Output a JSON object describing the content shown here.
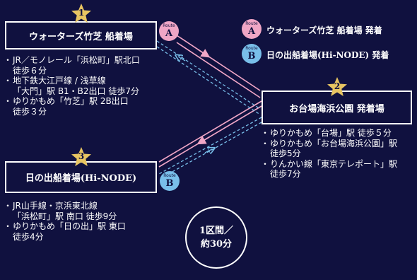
{
  "colors": {
    "background": "#10113f",
    "route_a": "#f0a6c6",
    "route_b": "#79bfea",
    "star": "#e8c562",
    "text": "#ffffff"
  },
  "stations": {
    "s1": {
      "num": "1",
      "name": "ウォーターズ竹芝 船着場"
    },
    "s2": {
      "num": "2",
      "name": "お台場海浜公園 発着場"
    },
    "s3": {
      "num": "3",
      "name": "日の出船着場(Hi-NODE)"
    }
  },
  "route_a": {
    "small": "Route",
    "letter": "A"
  },
  "route_b": {
    "small": "Route",
    "letter": "B"
  },
  "legend": {
    "a_text": "ウォーターズ竹芝 船着場 発着",
    "b_text": "日の出船着場(Hi-NODE) 発着"
  },
  "access1": [
    [
      "JR／モノレール「浜松町」駅北口",
      "徒歩６分"
    ],
    [
      "地下鉄大江戸線 / 浅草線",
      "「大門」駅 B1・B2出口 徒歩7分"
    ],
    [
      "ゆりかもめ「竹芝」駅 2B出口",
      "徒歩３分"
    ]
  ],
  "access2": [
    [
      "ゆりかもめ「台場」駅 徒歩５分"
    ],
    [
      "ゆりかもめ「お台場海浜公園」駅",
      "徒歩5分"
    ],
    [
      "りんかい線「東京テレポート」駅",
      "徒歩7分"
    ]
  ],
  "access3": [
    [
      "JR山手線・京浜東北線",
      "「浜松町」駅 南口 徒歩9分"
    ],
    [
      "ゆりかもめ「日の出」駅 東口",
      "徒歩4分"
    ]
  ],
  "interval": {
    "line1": "1区間／",
    "line2": "約30分"
  }
}
